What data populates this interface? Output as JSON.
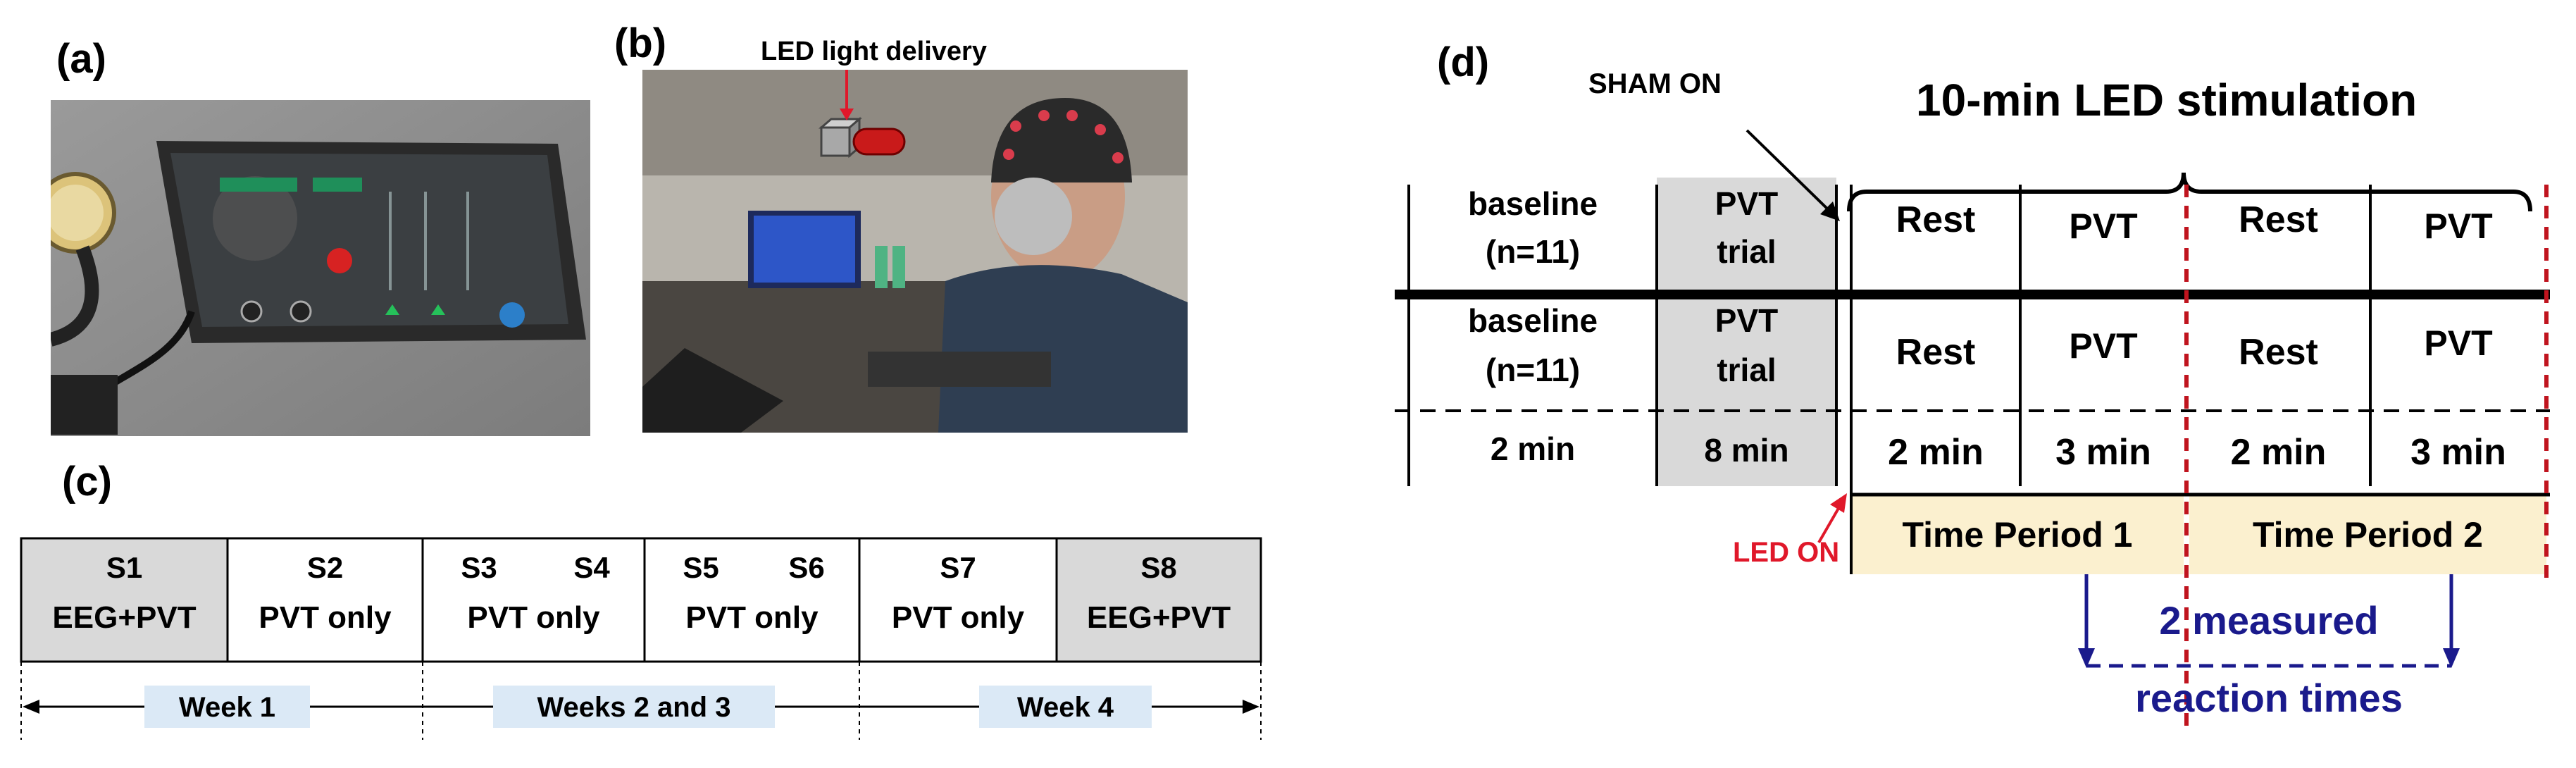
{
  "panel_a": {
    "label": "(a)"
  },
  "panel_b": {
    "label": "(b)",
    "annotation": "LED light delivery"
  },
  "panel_c": {
    "label": "(c)",
    "sessions": [
      {
        "names": "S1",
        "task": "EEG+PVT",
        "shaded": true
      },
      {
        "names": "S2",
        "task": "PVT only",
        "shaded": false
      },
      {
        "names": "S3 S4",
        "task": "PVT only",
        "shaded": false
      },
      {
        "names": "S5 S6",
        "task": "PVT only",
        "shaded": false
      },
      {
        "names": "S7",
        "task": "PVT only",
        "shaded": false
      },
      {
        "names": "S8",
        "task": "EEG+PVT",
        "shaded": true
      }
    ],
    "session_names": {
      "s1": "S1",
      "s2": "S2",
      "s3": "S3",
      "s4": "S4",
      "s5": "S5",
      "s6": "S6",
      "s7": "S7",
      "s8": "S8"
    },
    "session_tasks": {
      "s1": "EEG+PVT",
      "s2": "PVT only",
      "s34": "PVT only",
      "s56": "PVT only",
      "s7": "PVT only",
      "s8": "EEG+PVT"
    },
    "weeks": {
      "w1": "Week 1",
      "w23": "Weeks 2 and 3",
      "w4": "Week 4"
    }
  },
  "panel_d": {
    "label": "(d)",
    "sham_on": "SHAM ON",
    "stimulation_title": "10-min LED stimulation",
    "row1": {
      "c1": "baseline",
      "c1b": "(n=11)",
      "c2": "PVT",
      "c2b": "trial",
      "c3": "Rest",
      "c4": "PVT",
      "c5": "Rest",
      "c6": "PVT"
    },
    "row2": {
      "c1": "baseline",
      "c1b": "(n=11)",
      "c2": "PVT",
      "c2b": "trial",
      "c3": "Rest",
      "c4": "PVT",
      "c5": "Rest",
      "c6": "PVT"
    },
    "row3": {
      "c1": "2 min",
      "c2": "8 min",
      "c3": "2 min",
      "c4": "3 min",
      "c5": "2 min",
      "c6": "3 min"
    },
    "led_on": "LED ON",
    "period1": "Time Period 1",
    "period2": "Time Period 2",
    "measured_line1": "2 measured",
    "measured_line2": "reaction times",
    "colors": {
      "red_annotation": "#e0182a",
      "dashed_red": "#c0141e",
      "navy": "#1a1a8c",
      "time_period_fill": "#fbf0cf",
      "pvt_trial_fill": "#d9d9d9"
    }
  }
}
